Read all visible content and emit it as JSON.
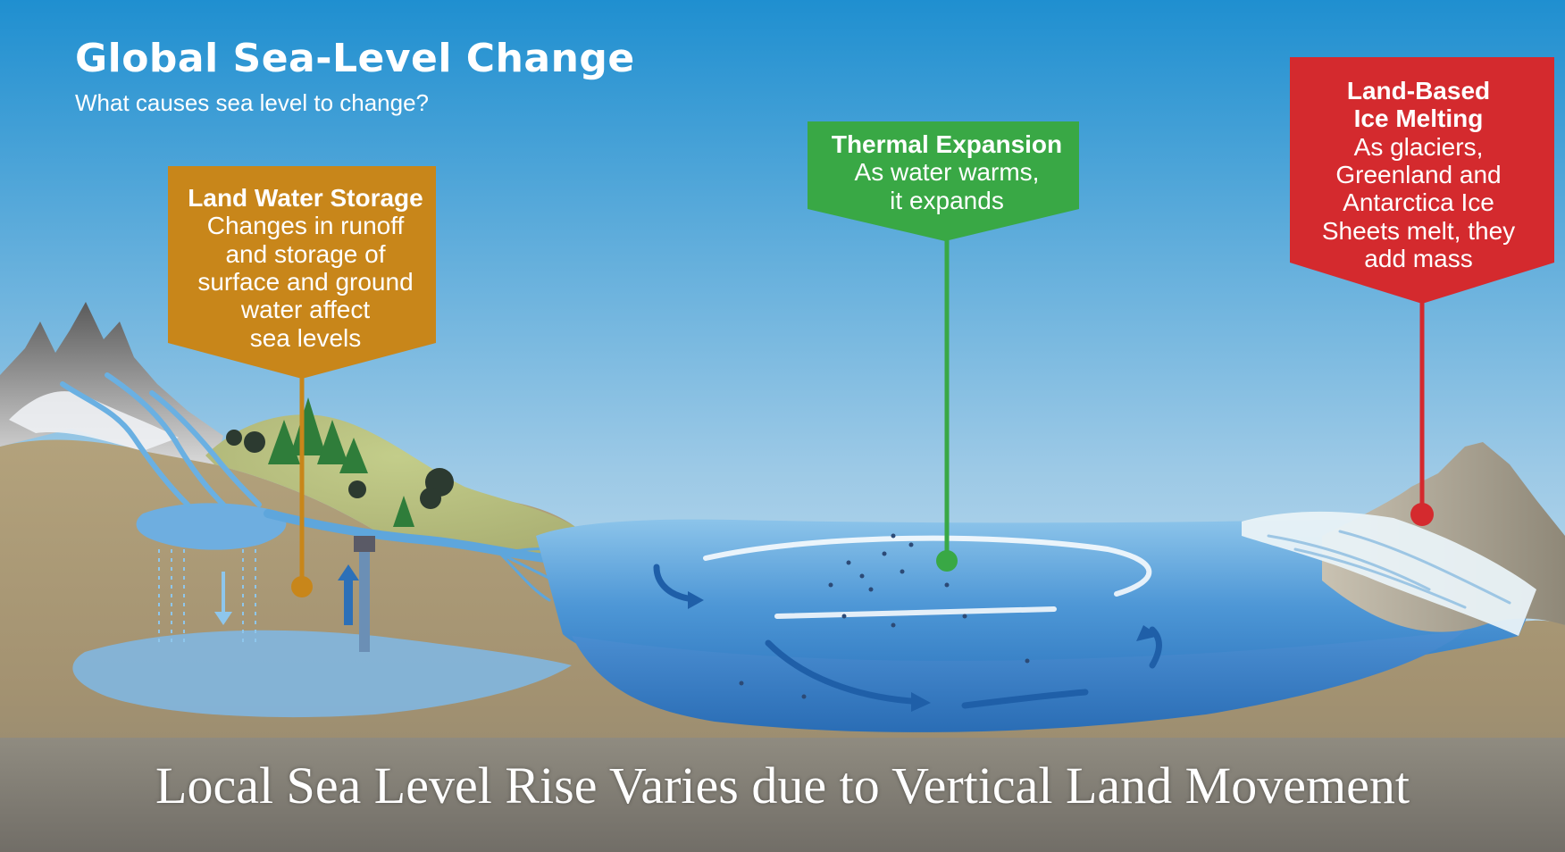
{
  "diagram": {
    "title": "Global Sea-Level Change",
    "subtitle": "What causes sea level to change?",
    "callouts": {
      "land_water_storage": {
        "heading": "Land Water Storage",
        "body": "Changes in runoff\nand storage of\nsurface and ground\nwater affect\nsea levels",
        "color": "#c8861a"
      },
      "thermal_expansion": {
        "heading": "Thermal Expansion",
        "body": "As water warms,\nit expands",
        "color": "#39a845"
      },
      "land_ice_melting": {
        "heading": "Land-Based\nIce Melting",
        "body": "As glaciers,\nGreenland and\nAntarctica Ice\nSheets melt, they\nadd mass",
        "color": "#d42a2e"
      }
    },
    "caption": "Local Sea Level Rise Varies due to Vertical Land Movement"
  },
  "colors": {
    "sky_top": "#1f8fd0",
    "sky_bottom": "#dbeaf3",
    "ground": "#9a8866",
    "water": "#3f8fd2",
    "footer_band": "#7f7a70"
  }
}
